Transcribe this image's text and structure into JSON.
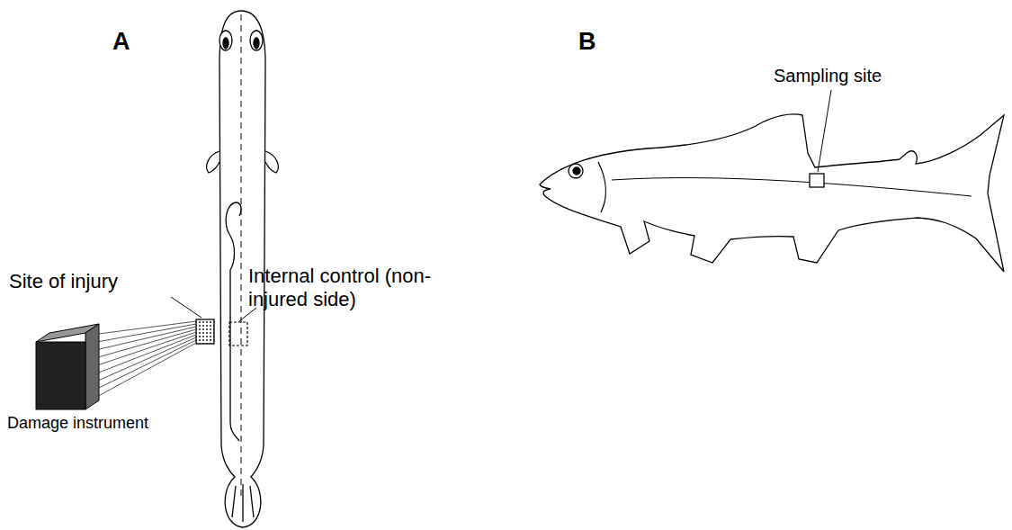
{
  "diagram": {
    "labels": [
      "A",
      "B",
      "Site of injury",
      "Internal control (non-injured side)",
      "Damage instrument",
      "Sampling site"
    ]
  }
}
